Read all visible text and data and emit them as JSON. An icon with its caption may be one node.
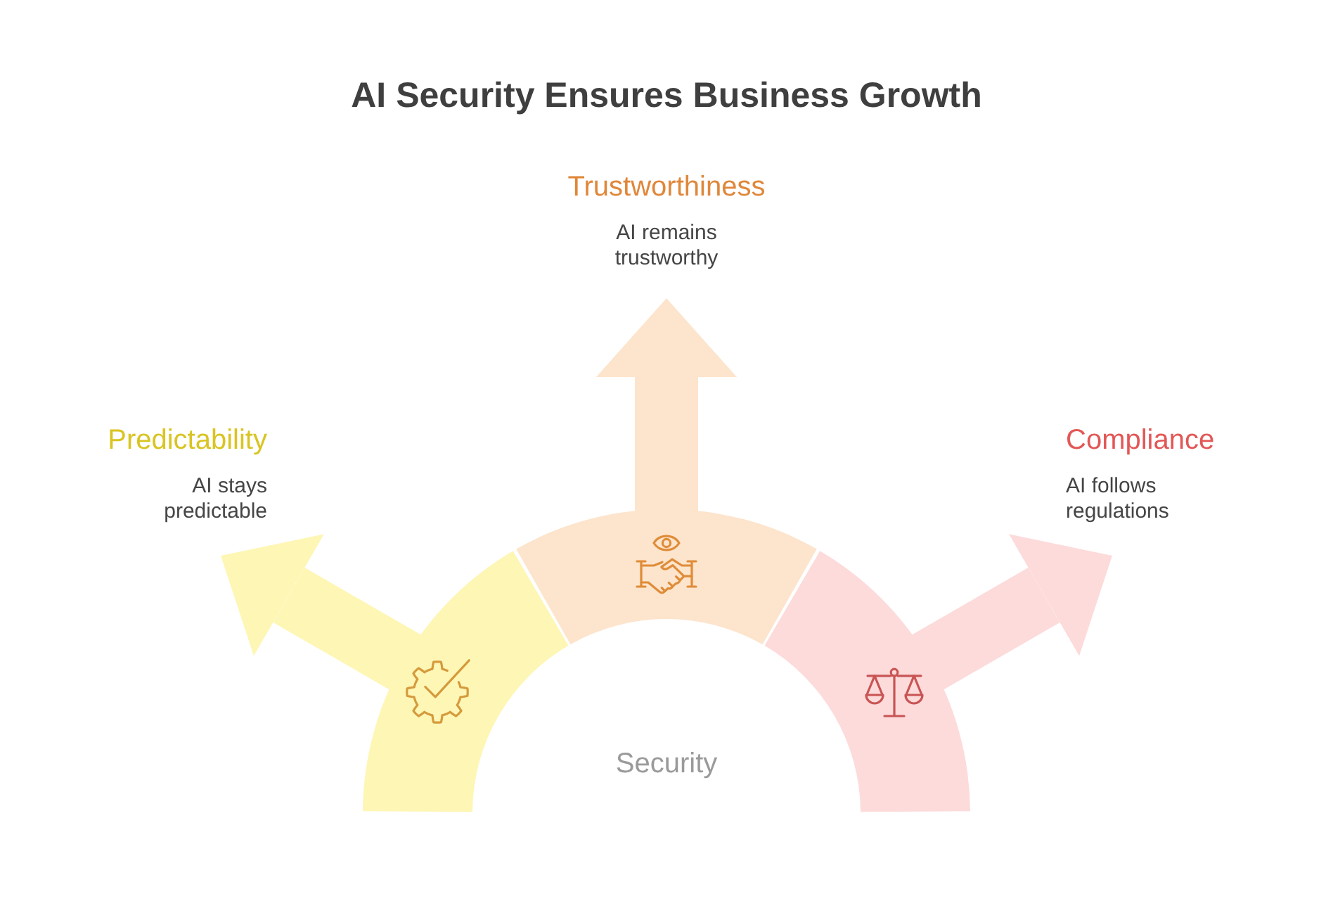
{
  "diagram": {
    "title": "AI Security Ensures Business Growth",
    "nodes": [
      {
        "text": [
          "Predictability",
          "AI stays predictable"
        ]
      },
      {
        "text": [
          "Trustworthiness",
          "AI remains trustworthy"
        ]
      },
      {
        "text": [
          "Compliance",
          "AI follows regulations"
        ]
      },
      {
        "text": [],
        "shape": "arc"
      },
      {
        "text": [],
        "shape": "arc"
      },
      {
        "text": [],
        "shape": "arc"
      }
    ],
    "edges": [
      {
        "from": 3,
        "to": 0,
        "arrow": "to",
        "color": "#fef6b5"
      },
      {
        "from": 4,
        "to": 1,
        "arrow": "to",
        "color": "#fde4cc"
      },
      {
        "from": 5,
        "to": 2,
        "arrow": "to",
        "color": "#fddbdb"
      }
    ],
    "labels": [
      "Security"
    ]
  }
}
